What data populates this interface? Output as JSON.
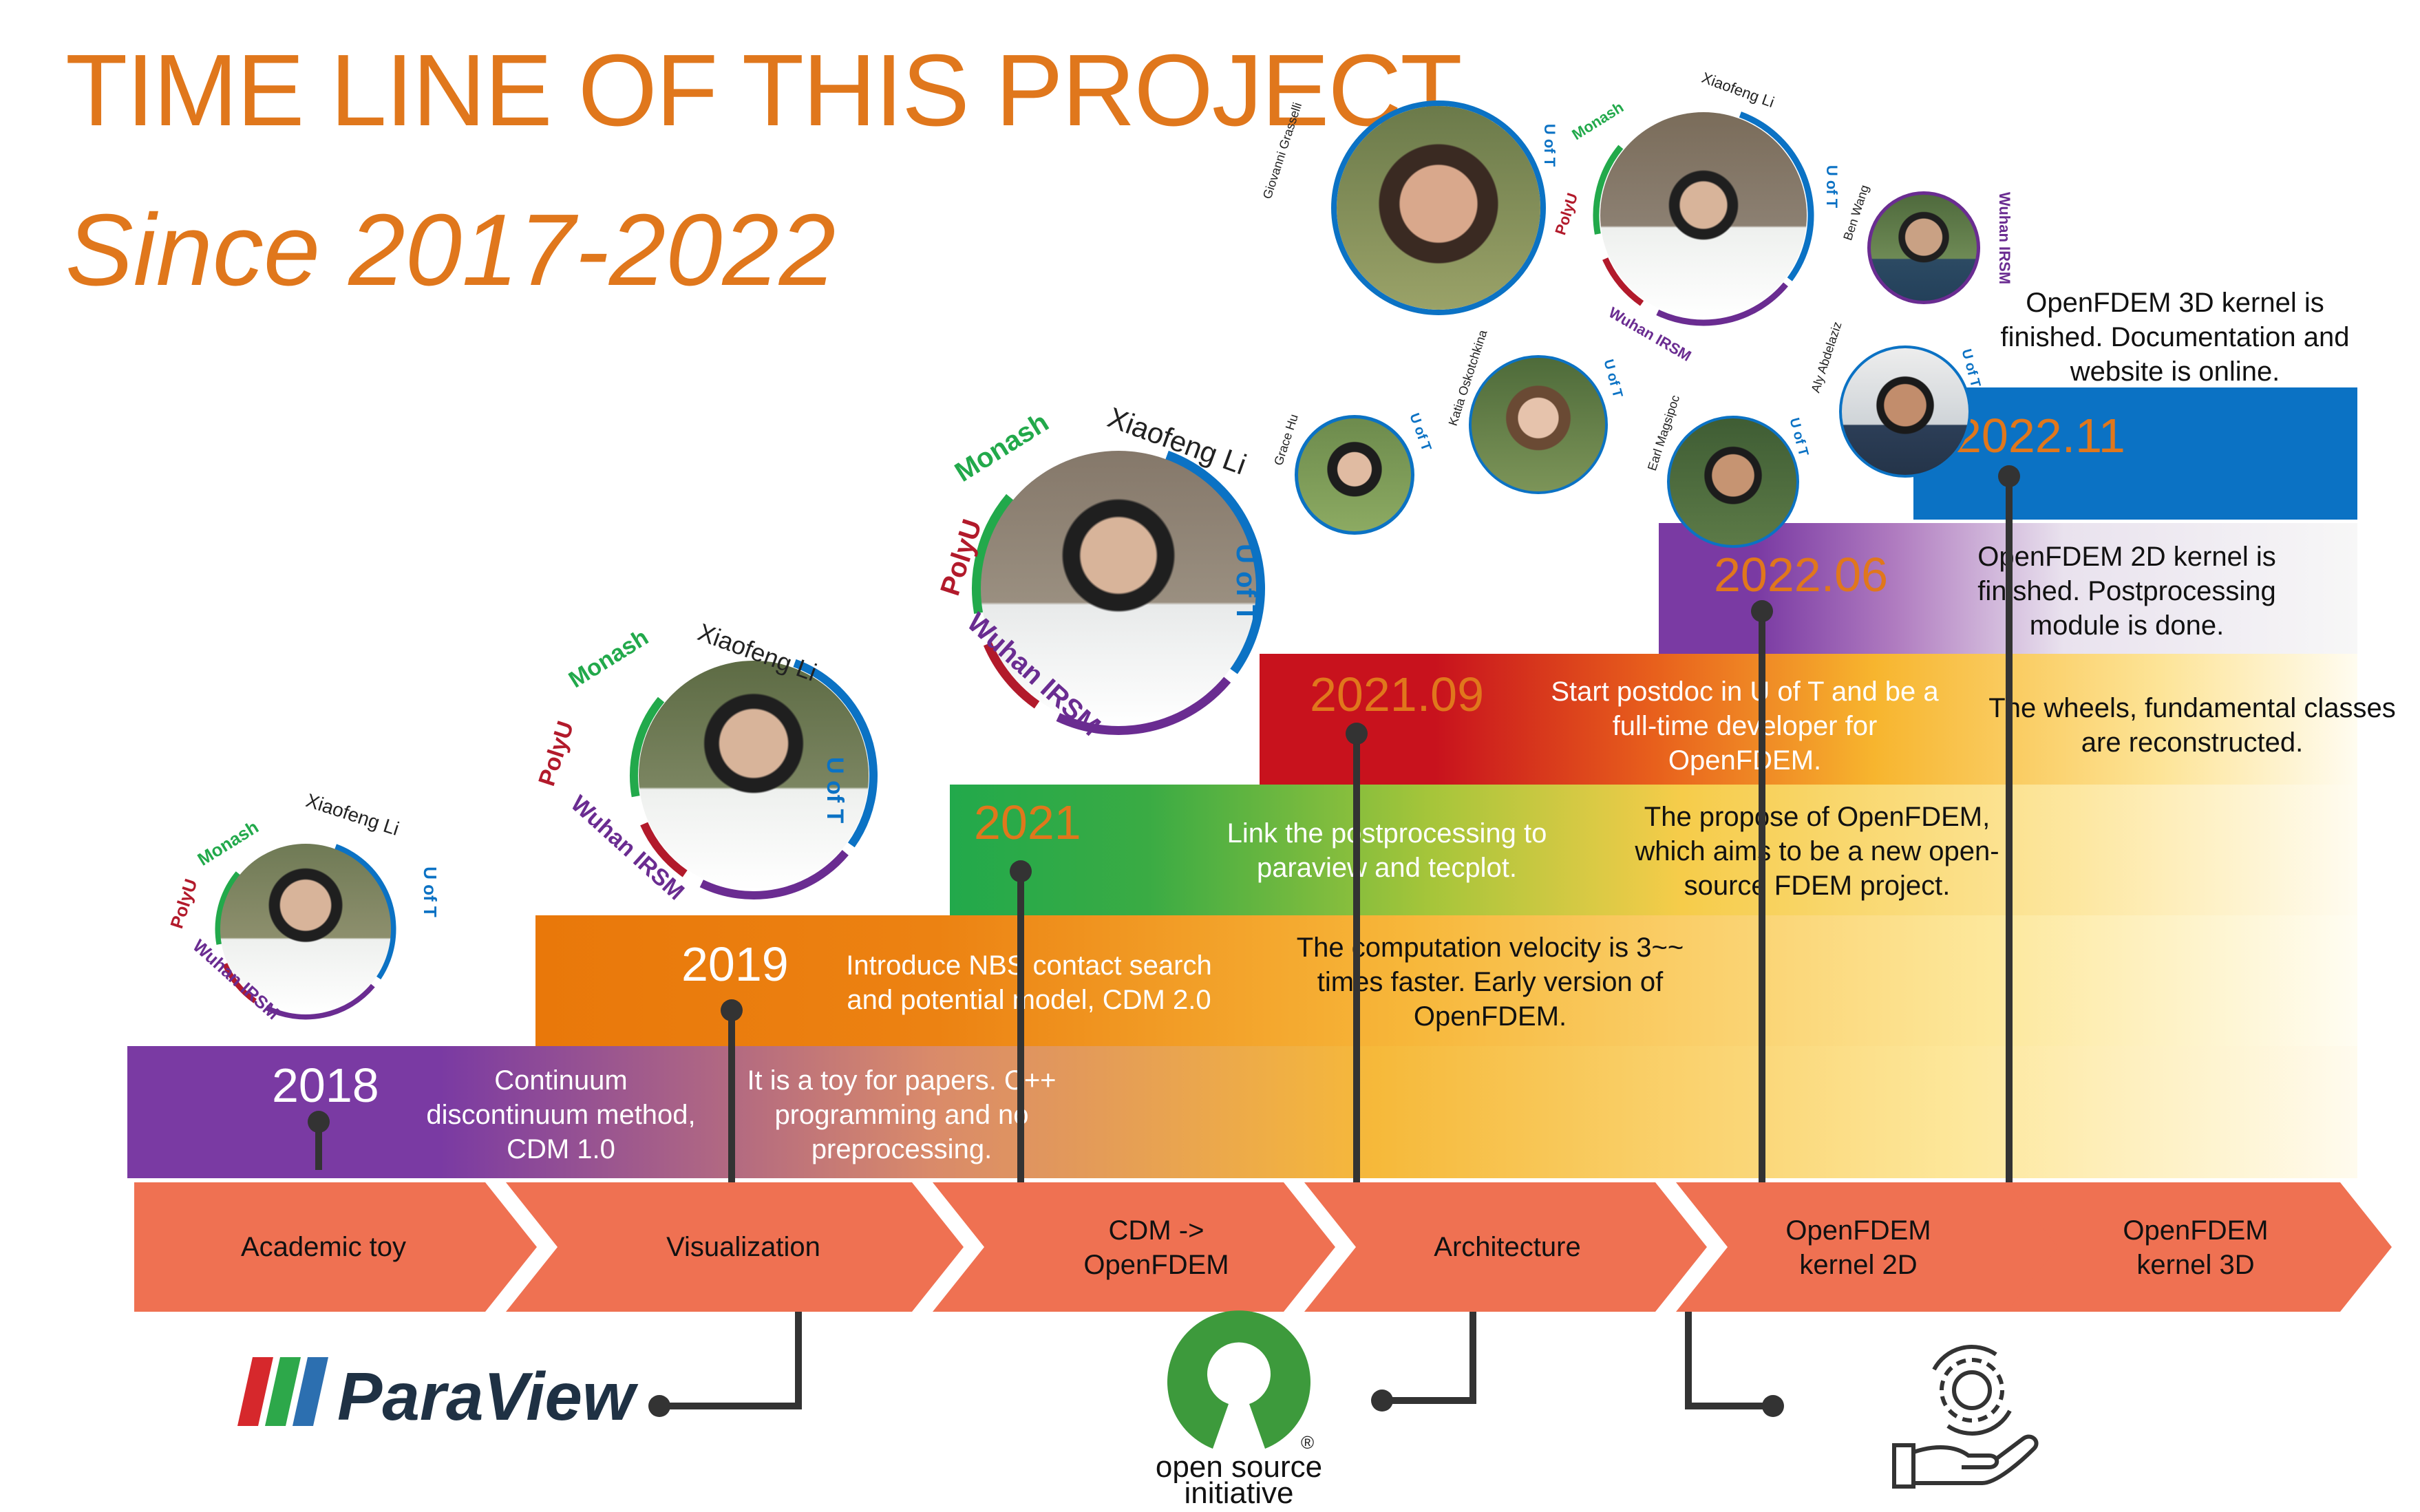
{
  "title": "TIME LINE OF THIS PROJECT",
  "subtitle": "Since 2017-2022",
  "colors": {
    "title": "#e0771c",
    "arrow": "#ef7152",
    "purple": "#7a3aa3",
    "orange": "#e9780a",
    "green": "#22a94b",
    "red": "#c8121d",
    "blue": "#0b72c4",
    "uoft": "#0b72c4",
    "monash": "#22a94b",
    "polyu": "#b21a2b",
    "wuhan": "#6a2c91"
  },
  "milestones": [
    {
      "year": "2018",
      "desc": "Continuum discontinuum method, CDM 1.0"
    },
    {
      "year": "2019",
      "desc": "Introduce NBS contact search and potential model,  CDM 2.0",
      "note": "It is a toy for papers. C++ programming and no preprocessing."
    },
    {
      "year": "2021",
      "desc": "Link the postprocessing to paraview and tecplot.",
      "note": "The computation velocity is 3~~ times faster. Early version of OpenFDEM."
    },
    {
      "year": "2021.09",
      "desc": "Start postdoc in U of T and be a full-time developer for OpenFDEM.",
      "note": "The propose of OpenFDEM, which aims to be a new open-source FDEM project."
    },
    {
      "year": "2022.06",
      "desc": "OpenFDEM 2D kernel is finished. Postprocessing module is done.",
      "note": "The wheels, fundamental classes are reconstructed."
    },
    {
      "year": "2022.11",
      "desc": "OpenFDEM 3D kernel is finished. Documentation and website is online."
    }
  ],
  "stages": [
    {
      "label": "Academic toy"
    },
    {
      "label": "Visualization"
    },
    {
      "label": "CDM -> OpenFDEM"
    },
    {
      "label": "Architecture"
    },
    {
      "label": "OpenFDEM kernel 2D"
    },
    {
      "label": "OpenFDEM kernel 3D"
    }
  ],
  "affiliations": {
    "uoft": "U of T",
    "monash": "Monash",
    "polyu": "PolyU",
    "wuhan": "Wuhan IRSM"
  },
  "people": {
    "xiaofeng": "Xiaofeng Li",
    "giovanni": "Giovanni Grasselli",
    "grace": "Grace Hu",
    "katia": "Katia Oskotchkina",
    "earl": "Earl Magsipoc",
    "aly": "Aly Abdelaziz",
    "ben": "Ben Wang"
  },
  "logos": {
    "paraview": "ParaView",
    "osi_line1": "open source",
    "osi_line2": "initiative"
  }
}
